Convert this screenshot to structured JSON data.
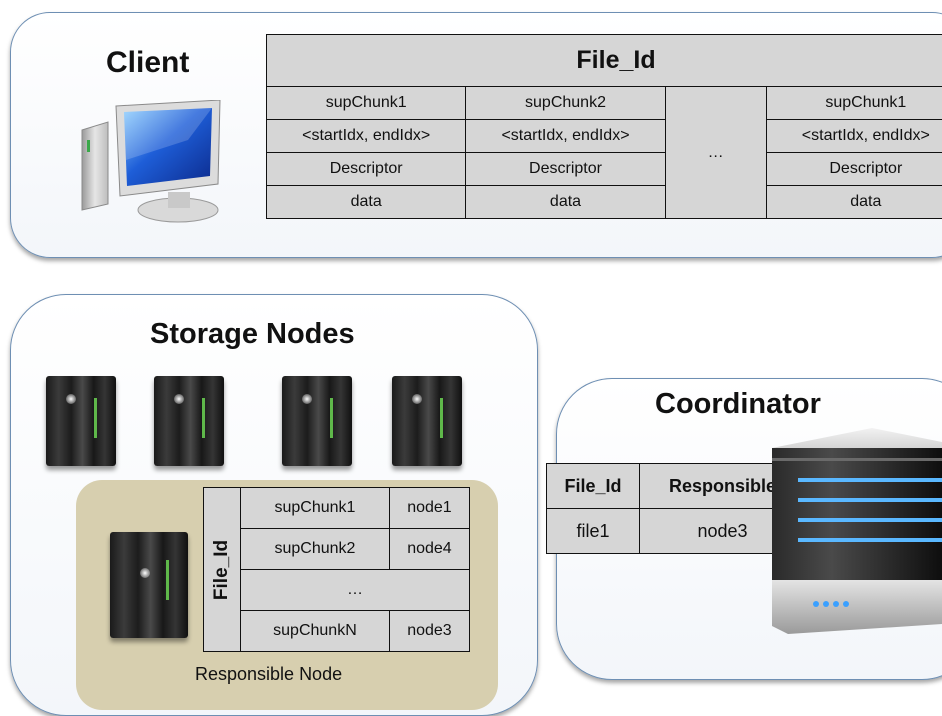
{
  "client": {
    "title": "Client",
    "table": {
      "header": "File_Id",
      "columns": [
        {
          "chunk": "supChunk1",
          "range": "<startIdx, endIdx>",
          "descriptor": "Descriptor",
          "data": "data"
        },
        {
          "chunk": "supChunk2",
          "range": "<startIdx, endIdx>",
          "descriptor": "Descriptor",
          "data": "data"
        },
        {
          "chunk": "supChunk1",
          "range": "<startIdx, endIdx>",
          "descriptor": "Descriptor",
          "data": "data"
        }
      ],
      "ellipsis": "…"
    }
  },
  "storage": {
    "title": "Storage Nodes",
    "responsible_label": "Responsible Node",
    "table": {
      "header": "File_Id",
      "rows": [
        {
          "chunk": "supChunk1",
          "node": "node1"
        },
        {
          "chunk": "supChunk2",
          "node": "node4"
        },
        {
          "chunk": "…",
          "node": ""
        },
        {
          "chunk": "supChunkN",
          "node": "node3"
        }
      ]
    }
  },
  "coordinator": {
    "title": "Coordinator",
    "table": {
      "headers": [
        "File_Id",
        "Responsible"
      ],
      "rows": [
        [
          "file1",
          "node3"
        ]
      ]
    }
  }
}
